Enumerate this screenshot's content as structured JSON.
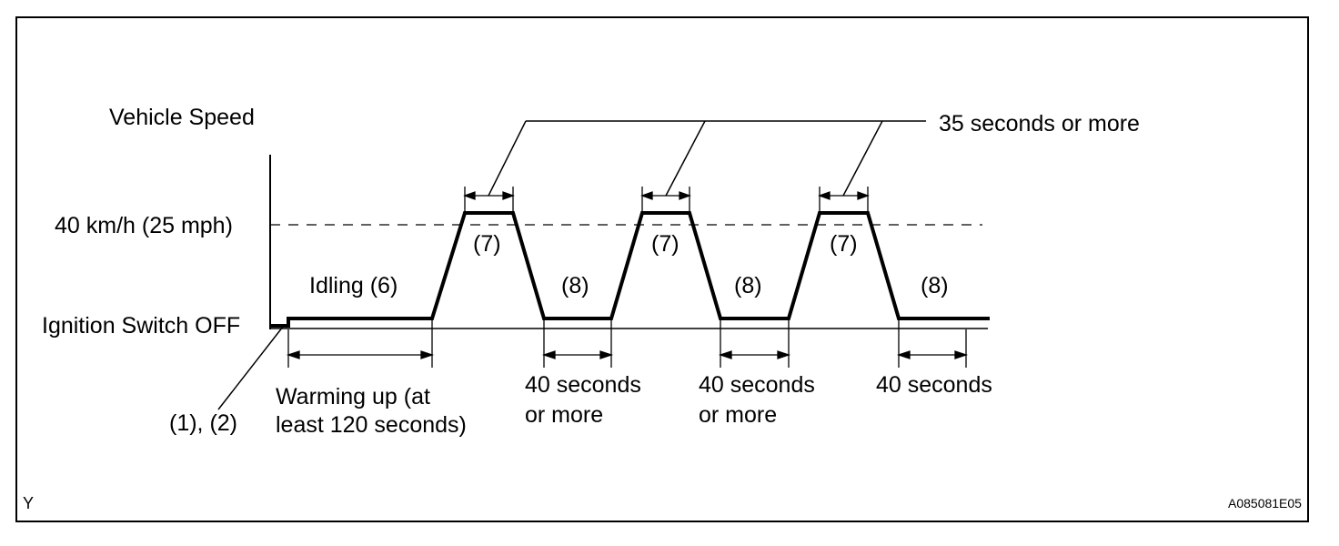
{
  "axis": {
    "y_title": "Vehicle Speed",
    "speed_level": "40 km/h (25 mph)",
    "base_level": "Ignition Switch OFF"
  },
  "labels": {
    "steps_1_2": "(1), (2)",
    "idling": "Idling (6)",
    "step7": "(7)",
    "step8": "(8)",
    "warming_line1": "Warming up (at",
    "warming_line2": "least 120 seconds)",
    "forty_more_line1": "40 seconds",
    "forty_more_line2": "or more",
    "forty_last": "40 seconds",
    "thirty_five": "35 seconds or more"
  },
  "corner": {
    "left": "Y",
    "right": "A085081E05"
  }
}
